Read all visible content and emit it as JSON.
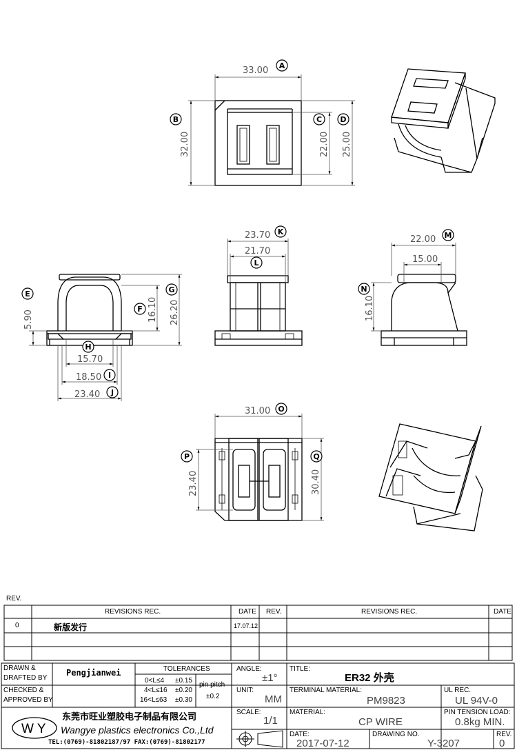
{
  "views": {
    "top": {
      "dims": [
        {
          "id": "A",
          "value": "33.00"
        },
        {
          "id": "B",
          "value": "32.00"
        },
        {
          "id": "C",
          "value": "22.00"
        },
        {
          "id": "D",
          "value": "25.00"
        }
      ]
    },
    "front": {
      "dims": [
        {
          "id": "E",
          "value": "5.90"
        },
        {
          "id": "F",
          "value": "16.10"
        },
        {
          "id": "G",
          "value": "26.20"
        },
        {
          "id": "H",
          "value": "15.70"
        },
        {
          "id": "I",
          "value": "18.50"
        },
        {
          "id": "J",
          "value": "23.40"
        }
      ]
    },
    "side": {
      "dims": [
        {
          "id": "K",
          "value": "23.70"
        },
        {
          "id": "L",
          "value": "21.70"
        }
      ]
    },
    "right": {
      "dims": [
        {
          "id": "M",
          "value": "22.00"
        },
        {
          "id": "N",
          "value": "16.10"
        },
        {
          "id": "right_inner",
          "value": "15.00"
        }
      ]
    },
    "bottom": {
      "dims": [
        {
          "id": "O",
          "value": "31.00"
        },
        {
          "id": "P",
          "value": "23.40"
        },
        {
          "id": "Q",
          "value": "30.40"
        }
      ]
    }
  },
  "revisions": {
    "rev_label": "REV.",
    "header_rev": "REV.",
    "header_recs": "REVISIONS   REC.",
    "header_date": "DATE",
    "rows": [
      {
        "rev": "0",
        "text": "新版发行",
        "date": "17.07.12"
      }
    ]
  },
  "title_block": {
    "drawn_label_1": "DRAWN &",
    "drawn_label_2": "DRAFTED BY",
    "drawn_by": "Pengjianwei",
    "checked_label_1": "CHECKED &",
    "checked_label_2": "APPROVED BY",
    "tolerances_label": "TOLERANCES",
    "tolerances": [
      {
        "range": "0<L≤4",
        "value": "±0.15"
      },
      {
        "range": "4<L≤16",
        "value": "±0.20"
      },
      {
        "range": "16<L≤63",
        "value": "±0.30"
      }
    ],
    "pin_pitch_label": "pin pitch",
    "pin_pitch_value": "±0.2",
    "angle_label": "ANGLE:",
    "angle_value": "±1°",
    "unit_label": "UNIT:",
    "unit_value": "MM",
    "scale_label": "SCALE:",
    "scale_value": "1/1",
    "title_label": "TITLE:",
    "title_value": "ER32  外壳",
    "terminal_material_label": "TERMINAL MATERIAL:",
    "terminal_material_value": "PM9823",
    "ul_rec_label": "UL REC.",
    "ul_rec_value": "UL 94V-0",
    "material_label": "MATERIAL:",
    "material_value": "CP WIRE",
    "pin_tension_label": "PIN TENSION LOAD:",
    "pin_tension_value": "0.8kg  MIN.",
    "date_label": "DATE:",
    "date_value": "2017-07-12",
    "drawing_no_label": "DRAWING NO.",
    "drawing_no_value": "Y-3207",
    "rev_label": "REV.",
    "rev_value": "0",
    "company_cn": "东莞市旺业塑胶电子制品有限公司",
    "company_en": "Wangye plastics electronics Co.,Ltd",
    "contact": "TEL:(0769)-81802187/97  FAX:(0769)-81802177",
    "logo_text": "W Y"
  }
}
